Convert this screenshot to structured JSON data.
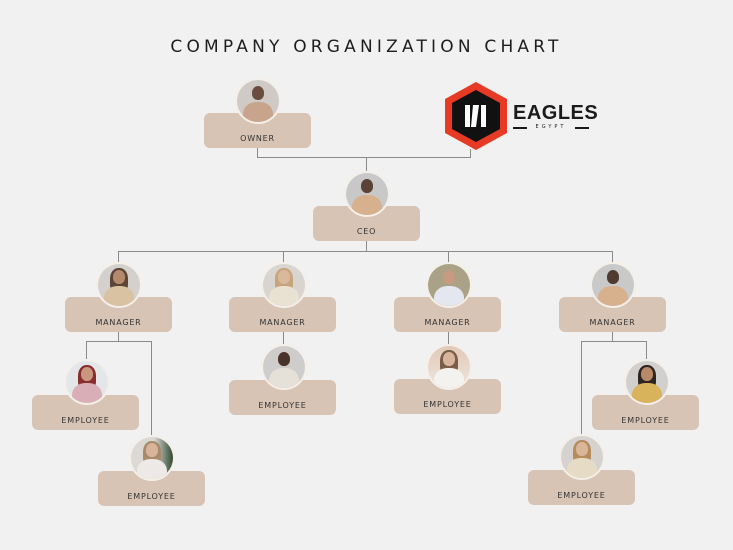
{
  "title": "COMPANY ORGANIZATION CHART",
  "logo": {
    "name": "EAGLES",
    "subtitle": "EGYPT",
    "colors": {
      "outer": "#e63a24",
      "inner": "#111111",
      "mark": "#ffffff"
    }
  },
  "colors": {
    "background": "#f1f1f1",
    "box": "#d8c4b4",
    "connector": "#8a8a8a",
    "text": "#333333"
  },
  "nodes": {
    "owner": {
      "label": "OWNER"
    },
    "ceo": {
      "label": "CEO"
    },
    "managers": [
      {
        "label": "MANAGER",
        "employees": [
          {
            "label": "EMPLOYEE"
          },
          {
            "label": "EMPLOYEE"
          }
        ]
      },
      {
        "label": "MANAGER",
        "employees": [
          {
            "label": "EMPLOYEE"
          }
        ]
      },
      {
        "label": "MANAGER",
        "employees": [
          {
            "label": "EMPLOYEE"
          }
        ]
      },
      {
        "label": "MANAGER",
        "employees": [
          {
            "label": "EMPLOYEE"
          },
          {
            "label": "EMPLOYEE"
          }
        ]
      }
    ]
  }
}
